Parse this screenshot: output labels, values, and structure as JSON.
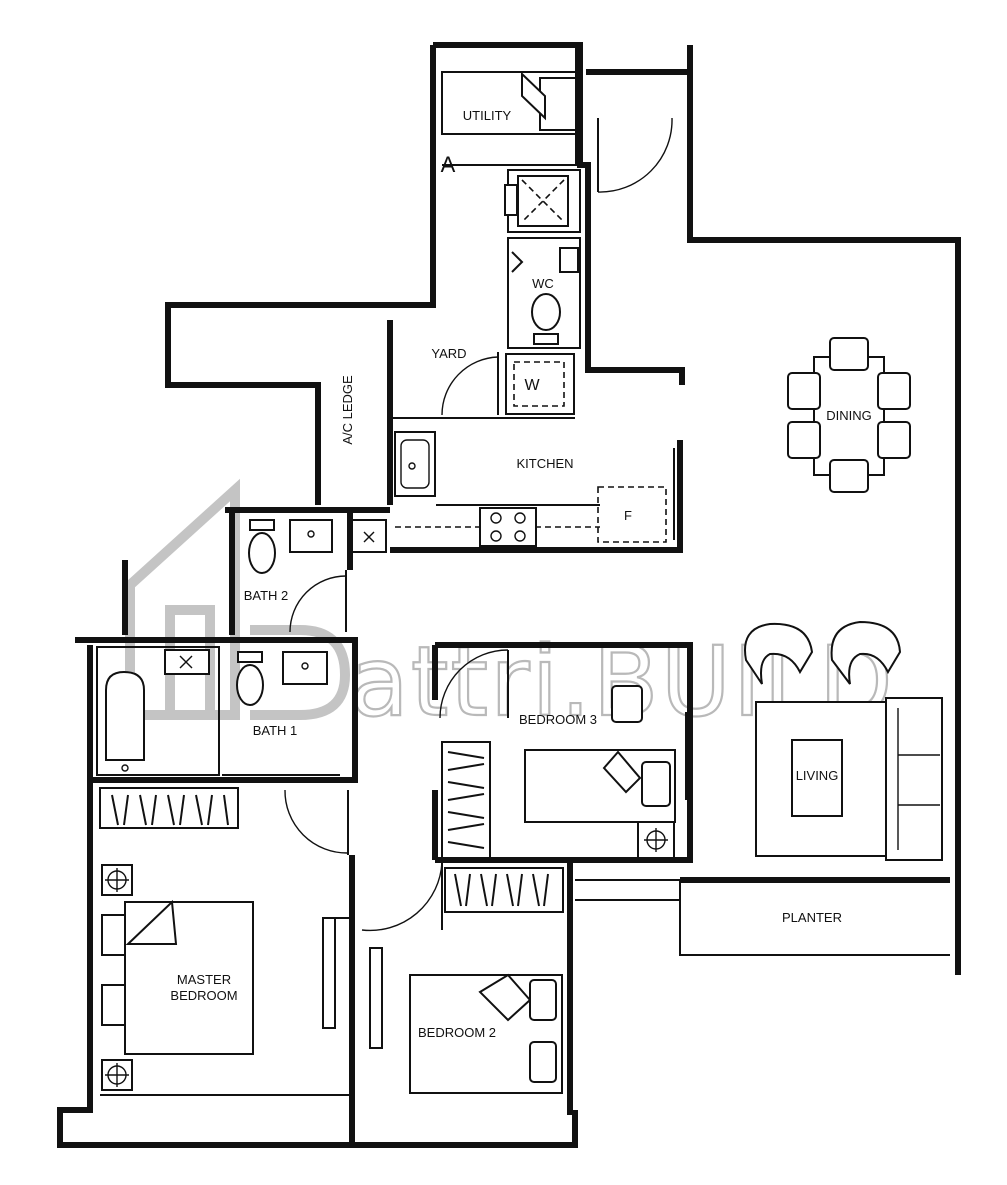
{
  "rooms": {
    "utility": "UTILITY",
    "wc": "WC",
    "yard": "YARD",
    "ac_ledge": "A/C LEDGE",
    "kitchen": "KITCHEN",
    "dining": "DINING",
    "bath2": "BATH 2",
    "bath1": "BATH 1",
    "bedroom3": "BEDROOM 3",
    "living": "LIVING",
    "planter": "PLANTER",
    "master_bedroom_line1": "MASTER",
    "master_bedroom_line2": "BEDROOM",
    "bedroom2": "BEDROOM 2"
  },
  "appliances": {
    "washer": "W",
    "fridge": "F"
  },
  "watermark": {
    "text": "attri.BUILD"
  }
}
